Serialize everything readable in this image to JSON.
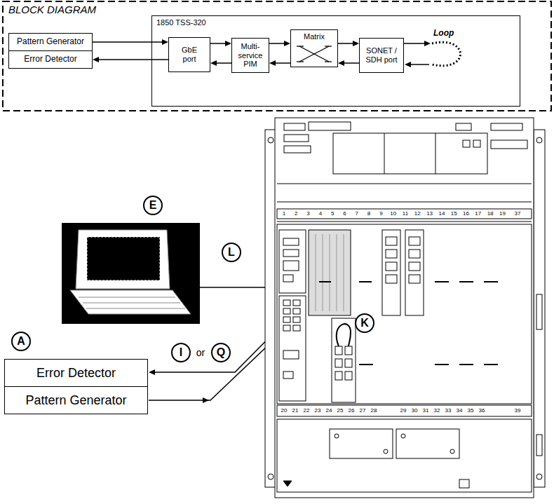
{
  "diagram": {
    "title": "BLOCK DIAGRAM",
    "nodes": [
      {
        "text": [
          "Pattern Generator"
        ]
      },
      {
        "text": [
          "Error Detector"
        ]
      },
      {
        "text": [
          "1850 TSS-320"
        ]
      },
      {
        "text": [
          "GbE port"
        ],
        "in": 2
      },
      {
        "text": [
          "Multi-service PIM"
        ],
        "in": 2
      },
      {
        "text": [
          "Matrix"
        ],
        "in": 2
      },
      {
        "text": [
          "SONET / SDH port"
        ],
        "in": 2
      },
      {
        "text": [
          "Error Detector"
        ]
      },
      {
        "text": [
          "Pattern Generator"
        ]
      }
    ],
    "edges": [
      {
        "from": 0,
        "to": 3,
        "arrow": "to"
      },
      {
        "from": 3,
        "to": 1,
        "arrow": "to"
      },
      {
        "from": 3,
        "to": 4,
        "arrow": "to"
      },
      {
        "from": 4,
        "to": 3,
        "arrow": "to"
      },
      {
        "from": 4,
        "to": 5,
        "arrow": "to"
      },
      {
        "from": 5,
        "to": 4,
        "arrow": "to"
      },
      {
        "from": 5,
        "to": 6,
        "arrow": "to"
      },
      {
        "from": 6,
        "to": 5,
        "arrow": "to"
      }
    ],
    "labels": [
      "Loop",
      "E",
      "L",
      "A",
      "I",
      "or",
      "Q",
      "K",
      "1",
      "2",
      "3",
      "4",
      "5",
      "6",
      "7",
      "8",
      "9",
      "10",
      "11",
      "12",
      "13",
      "14",
      "15",
      "16",
      "17",
      "18",
      "19",
      "37",
      "20",
      "21",
      "22",
      "23",
      "24",
      "25",
      "26",
      "27",
      "28",
      "29",
      "30",
      "31",
      "32",
      "33",
      "34",
      "35",
      "36",
      "39"
    ]
  }
}
